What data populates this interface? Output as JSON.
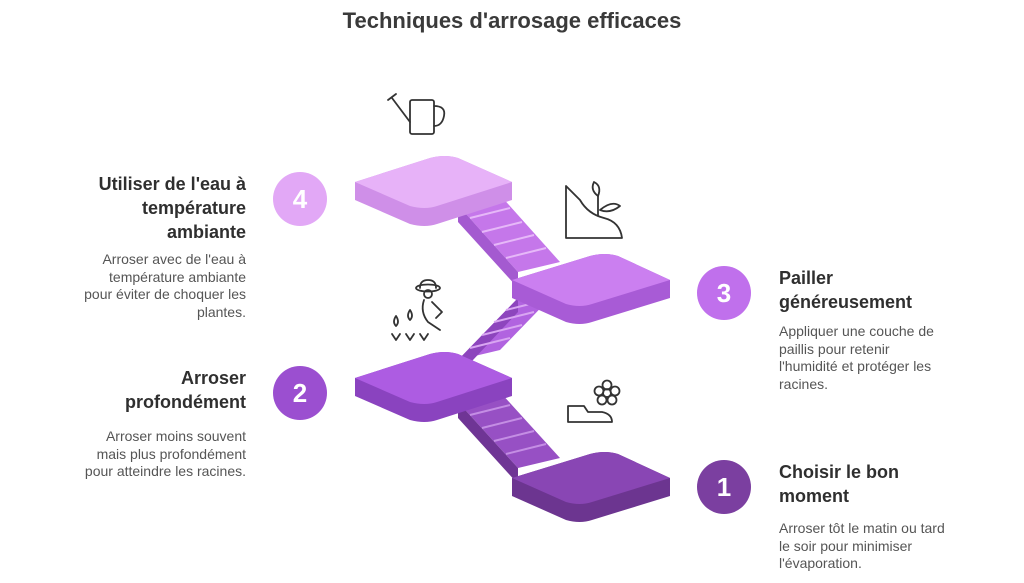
{
  "title": "Techniques d'arrosage efficaces",
  "steps": [
    {
      "number": "1",
      "title_lines": [
        "Choisir le bon",
        "moment"
      ],
      "desc_lines": [
        "Arroser tôt le matin ou tard",
        "le soir pour minimiser",
        "l'évaporation."
      ],
      "color": "#7b3fa0",
      "icon": "sprout-shoe-icon"
    },
    {
      "number": "2",
      "title_lines": [
        "Arroser",
        "profondément"
      ],
      "desc_lines": [
        "Arroser moins souvent",
        "mais plus profondément",
        "pour atteindre les racines."
      ],
      "color": "#9b4fd0",
      "icon": "gardener-icon"
    },
    {
      "number": "3",
      "title_lines": [
        "Pailler",
        "généreusement"
      ],
      "desc_lines": [
        "Appliquer une couche de",
        "paillis pour retenir",
        "l'humidité et protéger les",
        "racines."
      ],
      "color": "#c070ec",
      "icon": "plant-soil-icon"
    },
    {
      "number": "4",
      "title_lines": [
        "Utiliser de l'eau à",
        "température",
        "ambiante"
      ],
      "desc_lines": [
        "Arroser avec de l'eau à",
        "température ambiante",
        "pour éviter de choquer les",
        "plantes."
      ],
      "color": "#e2a8f6",
      "icon": "watering-can-icon"
    }
  ]
}
